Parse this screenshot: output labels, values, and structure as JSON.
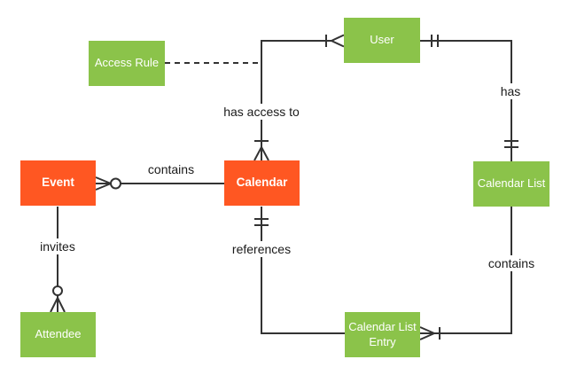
{
  "diagram": {
    "type": "entity-relationship-crows-foot",
    "entities": [
      {
        "id": "access-rule",
        "label": "Access Rule",
        "fill": "entity_green"
      },
      {
        "id": "user",
        "label": "User",
        "fill": "entity_green"
      },
      {
        "id": "event",
        "label": "Event",
        "fill": "entity_orange"
      },
      {
        "id": "calendar",
        "label": "Calendar",
        "fill": "entity_orange"
      },
      {
        "id": "calendar-list",
        "label": "Calendar List",
        "fill": "entity_green"
      },
      {
        "id": "attendee",
        "label": "Attendee",
        "fill": "entity_green"
      },
      {
        "id": "calendar-list-entry",
        "label": "Calendar List Entry",
        "fill": "entity_green"
      }
    ],
    "relationships": [
      {
        "label": "contains",
        "from": "Calendar",
        "to": "Event",
        "cardinality_at_event": "zero or many"
      },
      {
        "label": "has access to",
        "from": "Calendar",
        "to": "User",
        "cardinality_at_calendar": "one or many",
        "cardinality_at_user": "one or many"
      },
      {
        "label": "has",
        "from": "User",
        "to": "Calendar List",
        "cardinality_at_user": "one and only one",
        "cardinality_at_calendar_list": "one and only one"
      },
      {
        "label": "contains",
        "from": "Calendar List",
        "to": "Calendar List Entry",
        "cardinality_at_calendar_list_entry": "one or many"
      },
      {
        "label": "references",
        "from": "Calendar",
        "to": "Calendar List Entry",
        "cardinality_at_calendar": "one and only one"
      },
      {
        "label": "invites",
        "from": "Event",
        "to": "Attendee",
        "cardinality_at_attendee": "zero or many"
      },
      {
        "label": "",
        "from": "Access Rule",
        "to": "Calendar-User link",
        "style": "dashed"
      }
    ],
    "colors": {
      "entity_green": "#8BC34A",
      "entity_orange": "#FF5722",
      "entity_text": "#ffffff",
      "line": "#333333",
      "label_text": "#1a1a1a",
      "background": "#ffffff"
    }
  }
}
